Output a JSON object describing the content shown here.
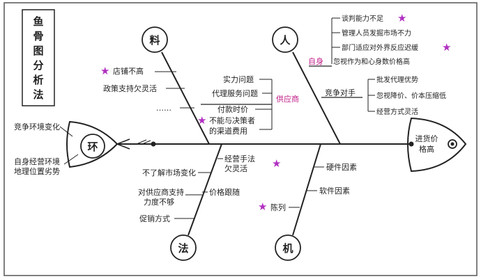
{
  "title_chars": [
    "鱼",
    "骨",
    "图",
    "分",
    "析",
    "法"
  ],
  "head": {
    "text_line1": "进货价",
    "text_line2": "格高"
  },
  "tail": {
    "label": "环"
  },
  "tail_items": [
    {
      "text": "竞争环境变化"
    },
    {
      "text_line1": "自身经营环境",
      "text_line2": "地理位置劣势"
    }
  ],
  "categories": {
    "liao": "料",
    "ren": "人",
    "fa": "法",
    "ji": "机"
  },
  "liao_causes": [
    {
      "text": "店铺不高",
      "star": true
    },
    {
      "text": "政策支持欠灵活",
      "star": false
    },
    {
      "text": "……",
      "star": false
    },
    {
      "text_line1": "不能与决策者",
      "text_line2": "的渠道费用",
      "star": true
    }
  ],
  "supply_label": "供应商",
  "supply_causes": [
    {
      "text": "实力问题"
    },
    {
      "text": "代理服务问题"
    },
    {
      "text": "付款时价"
    }
  ],
  "ren_self_label": "自身",
  "ren_self_causes": [
    {
      "text": "谈判能力不足",
      "star": true
    },
    {
      "text": "管理人员发掘市场不力",
      "star": false
    },
    {
      "text": "部门适应对外界反应迟缓",
      "star": true
    },
    {
      "text": "忽视作为和心身数价格高",
      "star": false
    }
  ],
  "competitor_label": "竞争对手",
  "competitor_causes": [
    {
      "text": "批发代理优势"
    },
    {
      "text": "忽视降价、价本压缩低"
    },
    {
      "text": "经营方式灵活"
    }
  ],
  "fa_causes": [
    {
      "text": "不了解市场变化"
    },
    {
      "text_line1": "对供应商支持",
      "text_line2": "力度不够"
    },
    {
      "text": "价格跟随"
    },
    {
      "text": "促销方式"
    }
  ],
  "fa_top_cause": {
    "text_line1": "经营手法",
    "text_line2": "欠灵活",
    "star": true
  },
  "ji_causes": [
    {
      "text": "硬件因素"
    },
    {
      "text": "软件因素"
    },
    {
      "text": "陈列",
      "star": true
    }
  ],
  "colors": {
    "line": "#222222",
    "star": "#b030c0",
    "accent": "#c0208a",
    "border": "#555555"
  }
}
